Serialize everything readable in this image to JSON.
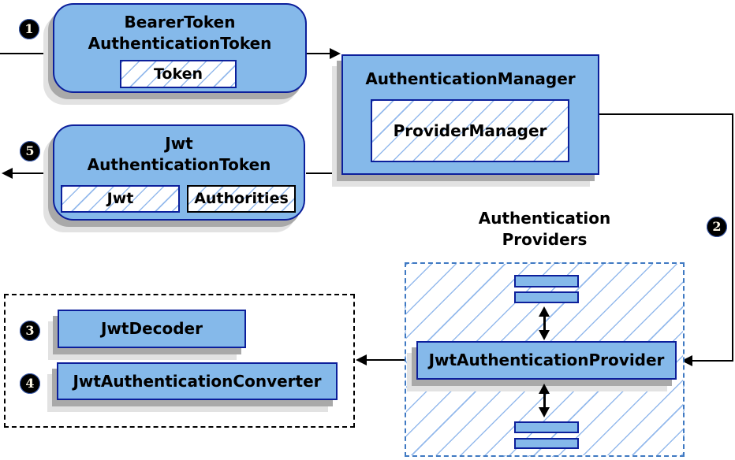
{
  "steps": {
    "s1": "1",
    "s2": "2",
    "s3": "3",
    "s4": "4",
    "s5": "5"
  },
  "nodes": {
    "bearer_token": {
      "title_line1": "BearerToken",
      "title_line2": "AuthenticationToken",
      "field": "Token"
    },
    "authentication_manager": {
      "title": "AuthenticationManager",
      "implementation": "ProviderManager"
    },
    "jwt_authentication_token": {
      "title_line1": "Jwt",
      "title_line2": "AuthenticationToken",
      "field1": "Jwt",
      "field2": "Authorities"
    },
    "authentication_providers": {
      "title_line1": "Authentication",
      "title_line2": "Providers",
      "provider": "JwtAuthenticationProvider"
    },
    "jwt_decoder": {
      "label": "JwtDecoder"
    },
    "jwt_authentication_converter": {
      "label": "JwtAuthenticationConverter"
    }
  },
  "colors": {
    "node_fill": "#85b9ea",
    "node_border": "#0c1f9b",
    "hatch_line": "#7aa8e8",
    "providers_dash_border": "#3f79c2",
    "helpers_dash_border": "#000000",
    "shadow_dark": "#a9a9a9",
    "shadow_light": "#e2e2e2",
    "connector": "#000000",
    "step_badge_bg": "#000000",
    "step_badge_text": "#fdf7e6"
  }
}
